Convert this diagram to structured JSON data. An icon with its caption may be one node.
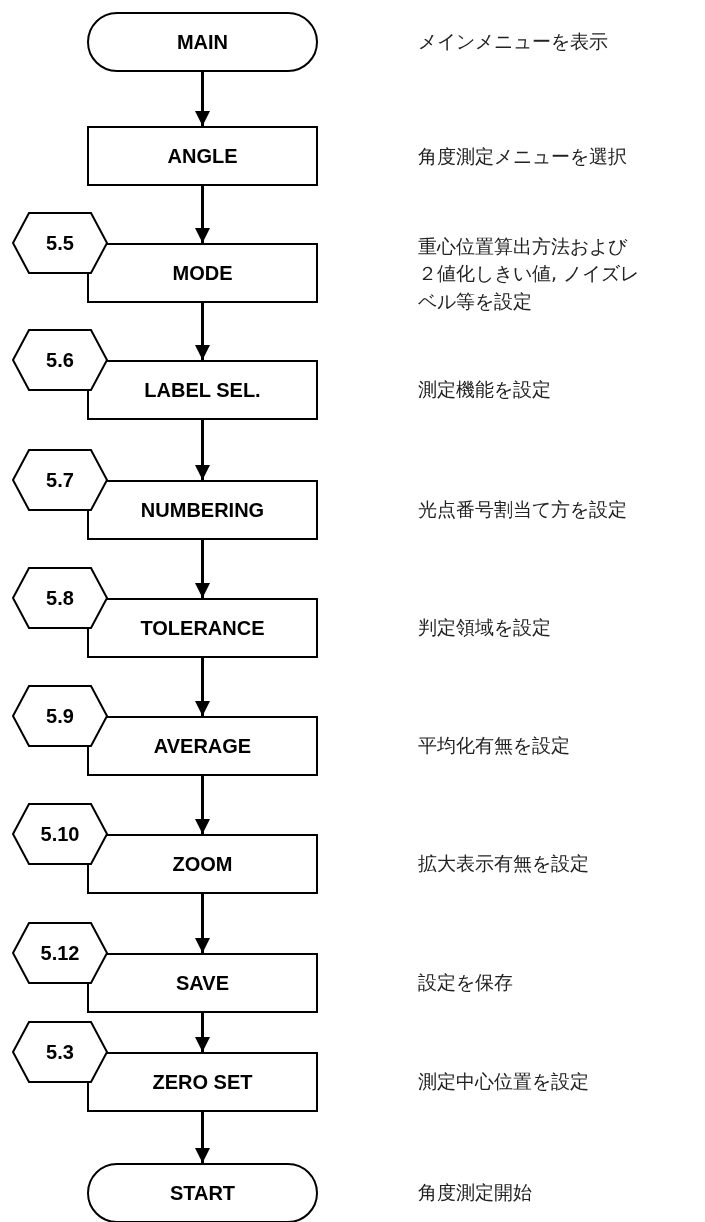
{
  "diagram": {
    "nodes": [
      {
        "text": [
          "MAIN"
        ]
      },
      {
        "text": [
          "ANGLE"
        ]
      },
      {
        "text": [
          "5.5"
        ]
      },
      {
        "text": [
          "MODE"
        ]
      },
      {
        "text": [
          "5.6"
        ]
      },
      {
        "text": [
          "LABEL SEL."
        ]
      },
      {
        "text": [
          "5.7"
        ]
      },
      {
        "text": [
          "NUMBERING"
        ]
      },
      {
        "text": [
          "5.8"
        ]
      },
      {
        "text": [
          "TOLERANCE"
        ]
      },
      {
        "text": [
          "5.9"
        ]
      },
      {
        "text": [
          "AVERAGE"
        ]
      },
      {
        "text": [
          "5.10"
        ]
      },
      {
        "text": [
          "ZOOM"
        ]
      },
      {
        "text": [
          "5.12"
        ]
      },
      {
        "text": [
          "SAVE"
        ]
      },
      {
        "text": [
          "5.3"
        ]
      },
      {
        "text": [
          "ZERO SET"
        ]
      },
      {
        "text": [
          "START"
        ]
      }
    ],
    "edges": [
      {
        "from": 0,
        "to": 1,
        "arrow": "to"
      },
      {
        "from": 1,
        "to": 3,
        "arrow": "to"
      },
      {
        "from": 3,
        "to": 5,
        "arrow": "to"
      },
      {
        "from": 5,
        "to": 7,
        "arrow": "to"
      },
      {
        "from": 7,
        "to": 9,
        "arrow": "to"
      },
      {
        "from": 9,
        "to": 11,
        "arrow": "to"
      },
      {
        "from": 11,
        "to": 13,
        "arrow": "to"
      },
      {
        "from": 13,
        "to": 15,
        "arrow": "to"
      },
      {
        "from": 15,
        "to": 17,
        "arrow": "to"
      },
      {
        "from": 17,
        "to": 18,
        "arrow": "to"
      }
    ],
    "labels": [
      "メインメニューを表示",
      "角度測定メニューを選択",
      "重心位置算出方法および２値化しきい値, ノイズレベル等を設定",
      "測定機能を設定",
      "光点番号割当て方を設定",
      "判定領域を設定",
      "平均化有無を設定",
      "拡大表示有無を設定",
      "設定を保存",
      "測定中心位置を設定",
      "角度測定開始"
    ]
  }
}
